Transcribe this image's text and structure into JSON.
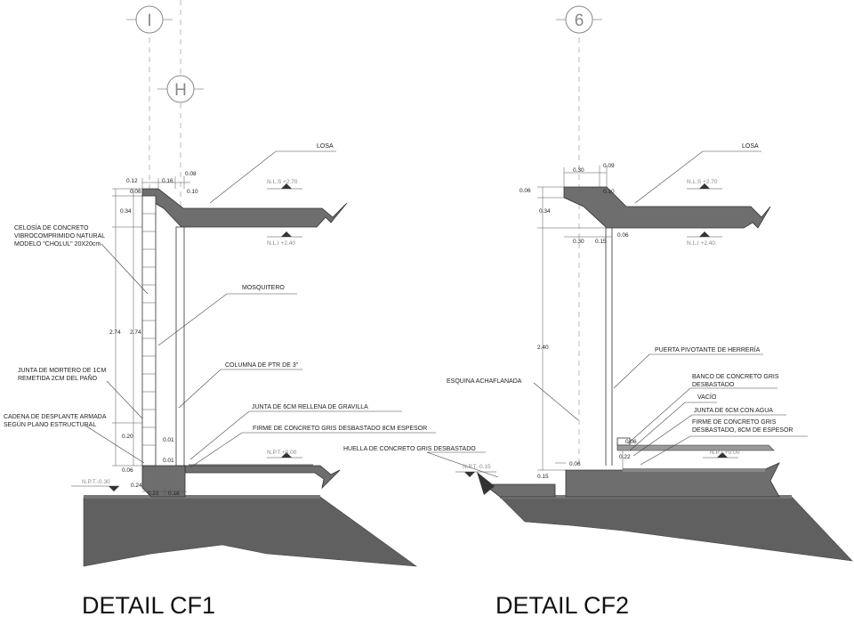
{
  "axes": {
    "left_i": "I",
    "left_h": "H",
    "right_6": "6"
  },
  "titles": {
    "left": "DETAIL CF1",
    "right": "DETAIL CF2"
  },
  "cf1": {
    "losa": "LOSA",
    "nls": "N.L.S +2.70",
    "nli": "N.L.I +2.40",
    "npt": "N.P.T.+0.00",
    "npt_low": "N.P.T.-0.30",
    "celosia": [
      "CELOSÍA DE CONCRETO",
      "VIBROCOMPRIMIDO NATURAL",
      "MODELO \"CHOLUL\" 20X20cm"
    ],
    "mosquitero": "MOSQUITERO",
    "columna": "COLUMNA DE PTR DE 3\"",
    "junta_mortero": [
      "JUNTA DE MORTERO DE 1CM",
      "REMETIDA 2CM DEL PAÑO"
    ],
    "cadena": [
      "CADENA DE DESPLANTE ARMADA",
      "SEGÚN PLANO ESTRUCTURAL"
    ],
    "junta_gravilla": "JUNTA DE 6CM RELLENA DE GRAVILLA",
    "firme": "FIRME DE CONCRETO GRIS DESBASTADO 8CM ESPESOR",
    "dims": {
      "d012": "0.12",
      "d016": "0.16",
      "d008": "0.08",
      "d010": "0.10",
      "d006": "0.06",
      "d034": "0.34",
      "d274a": "2.74",
      "d274b": "2.74",
      "d020": "0.20",
      "d001a": "0.01",
      "d001b": "0.01",
      "d006b": "0.06",
      "d024": "0.24",
      "d022": "0.22",
      "d018": "0.18"
    }
  },
  "cf2": {
    "losa": "LOSA",
    "nls": "N.L.S +2.70",
    "nli": "N.L.I +2.40",
    "npt": "N.P.T.+0.00",
    "npt_low": "N.P.T.-0.15",
    "puerta": "PUERTA PIVOTANTE DE HERRERÍA",
    "banco": [
      "BANCO DE CONCRETO GRIS",
      "DESBASTADO"
    ],
    "vacio": "VACÍO",
    "junta_agua": "JUNTA DE 6CM CON AGUA",
    "firme": [
      "FIRME DE CONCRETO GRIS",
      "DESBASTADO, 8CM DE ESPESOR"
    ],
    "esquina": "ESQUINA ACHAFLANADA",
    "huella": "HUELLA DE CONCRETO GRIS DESBASTADO",
    "dims": {
      "d030a": "0.30",
      "d009": "0.09",
      "d006": "0.06",
      "d010": "0.10",
      "d034": "0.34",
      "d030b": "0.30",
      "d015a": "0.15",
      "d006b": "0.06",
      "d240": "2.40",
      "d006c": "0.06",
      "d022": "0.22",
      "d006d": "0.06",
      "d015b": "0.15"
    }
  }
}
